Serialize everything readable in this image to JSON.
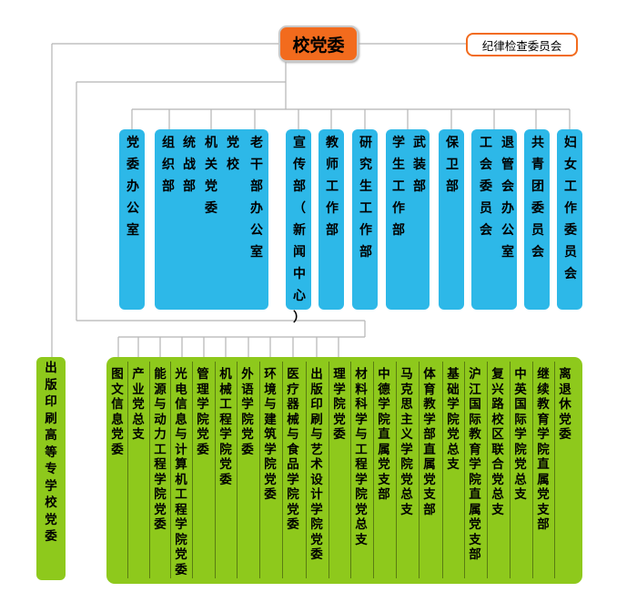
{
  "root": {
    "label": "校党委"
  },
  "discipline": {
    "label": "纪律检查委员会"
  },
  "functional_units": [
    {
      "id": "party-office",
      "label": "党委办公室"
    },
    {
      "id": "organization",
      "label": "组织部"
    },
    {
      "id": "united-front",
      "label": "统战部"
    },
    {
      "id": "organ-committee",
      "label": "机关党委"
    },
    {
      "id": "party-school",
      "label": "党校"
    },
    {
      "id": "retired-cadres",
      "label": "老干部办公室"
    },
    {
      "id": "publicity",
      "label": "宣传部（新闻中心）"
    },
    {
      "id": "teacher-work",
      "label": "教师工作部"
    },
    {
      "id": "graduate-work",
      "label": "研究生工作部"
    },
    {
      "id": "student-work",
      "label": "学生工作部"
    },
    {
      "id": "armed-forces",
      "label": "武装部"
    },
    {
      "id": "security",
      "label": "保卫部"
    },
    {
      "id": "union",
      "label": "工会委员会"
    },
    {
      "id": "retirement-office",
      "label": "退管会办公室"
    },
    {
      "id": "youth-league",
      "label": "共青团委员会"
    },
    {
      "id": "women-committee",
      "label": "妇女工作委员会"
    }
  ],
  "college_units": [
    {
      "id": "library",
      "label": "图文信息党委"
    },
    {
      "id": "industry",
      "label": "产业党总支"
    },
    {
      "id": "energy",
      "label": "能源与动力工程学院党委"
    },
    {
      "id": "optics",
      "label": "光电信息与计算机工程学院党委"
    },
    {
      "id": "management",
      "label": "管理学院党委"
    },
    {
      "id": "mechanical",
      "label": "机械工程学院党委"
    },
    {
      "id": "foreign-lang",
      "label": "外语学院党委"
    },
    {
      "id": "environment",
      "label": "环境与建筑学院党委"
    },
    {
      "id": "medical",
      "label": "医疗器械与食品学院党委"
    },
    {
      "id": "printing-art",
      "label": "出版印刷与艺术设计学院党委"
    },
    {
      "id": "science",
      "label": "理学院党委"
    },
    {
      "id": "materials",
      "label": "材料科学与工程学院党总支"
    },
    {
      "id": "sino-german",
      "label": "中德学院直属党支部"
    },
    {
      "id": "marxism",
      "label": "马克思主义学院党总支"
    },
    {
      "id": "pe",
      "label": "体育教学部直属党支部"
    },
    {
      "id": "basic",
      "label": "基础学院党总支"
    },
    {
      "id": "shanghai-intl",
      "label": "沪江国际教育学院直属党支部"
    },
    {
      "id": "fuxing",
      "label": "复兴路校区联合党总支"
    },
    {
      "id": "sino-british",
      "label": "中英国际学院党总支"
    },
    {
      "id": "continuing",
      "label": "继续教育学院直属党支部"
    },
    {
      "id": "retirees",
      "label": "离退休党委"
    }
  ],
  "side_unit": {
    "label": "出版印刷高等专学校党委"
  }
}
